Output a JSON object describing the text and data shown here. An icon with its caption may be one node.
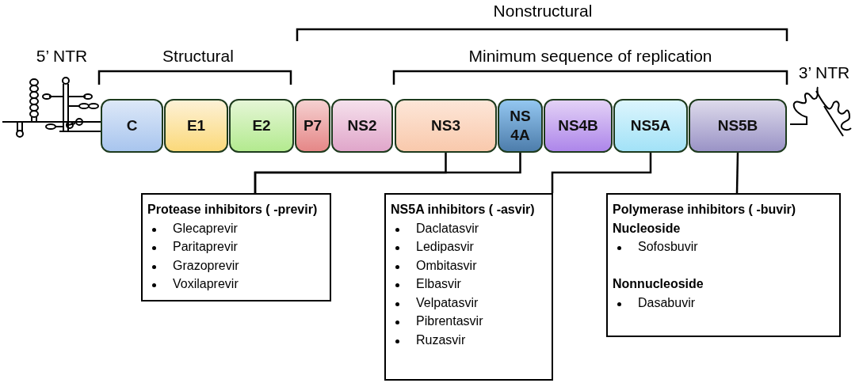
{
  "diagram": {
    "nodes": [
      {
        "text": [
          "C"
        ]
      },
      {
        "text": [
          "E1"
        ]
      },
      {
        "text": [
          "E2"
        ]
      },
      {
        "text": [
          "P7"
        ]
      },
      {
        "text": [
          "NS2"
        ]
      },
      {
        "text": [
          "NS3"
        ]
      },
      {
        "text": [
          "NS 4A"
        ]
      },
      {
        "text": [
          "NS4B"
        ]
      },
      {
        "text": [
          "NS5A"
        ]
      },
      {
        "text": [
          "NS5B"
        ]
      },
      {
        "text": [
          "Protease inhibitors ( -previr)",
          "Glecaprevir",
          "Paritaprevir",
          "Grazoprevir",
          "Voxilaprevir"
        ]
      },
      {
        "text": [
          "NS5A inhibitors ( -asvir)",
          "Daclatasvir",
          "Ledipasvir",
          "Ombitasvir",
          "Elbasvir",
          "Velpatasvir",
          "Pibrentasvir",
          "Ruzasvir"
        ]
      },
      {
        "text": [
          "Polymerase inhibitors ( -buvir)",
          "Nucleoside",
          "Sofosbuvir",
          "Nonnucleoside",
          "Dasabuvir"
        ]
      }
    ],
    "edges": [
      {
        "from": 5,
        "to": 10,
        "arrow": "none"
      },
      {
        "from": 6,
        "to": 10,
        "arrow": "none"
      },
      {
        "from": 8,
        "to": 11,
        "arrow": "none"
      },
      {
        "from": 9,
        "to": 12,
        "arrow": "none"
      }
    ],
    "labels": [
      "Nonstructural",
      "5’ NTR",
      "Structural",
      "Minimum sequence of replication",
      "3’ NTR"
    ]
  }
}
